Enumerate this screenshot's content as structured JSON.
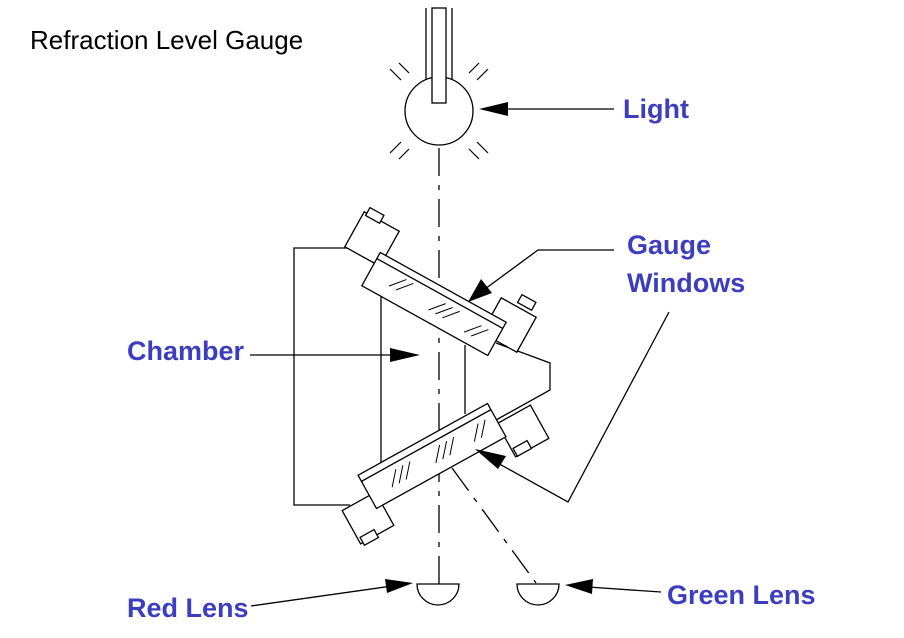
{
  "title": "Refraction Level Gauge",
  "labels": {
    "light": "Light",
    "gauge_windows_line1": "Gauge",
    "gauge_windows_line2": "Windows",
    "chamber": "Chamber",
    "red_lens": "Red Lens",
    "green_lens": "Green Lens"
  },
  "colors": {
    "label_blue": "#3d3dbf",
    "line": "#000000",
    "background": "#ffffff"
  }
}
